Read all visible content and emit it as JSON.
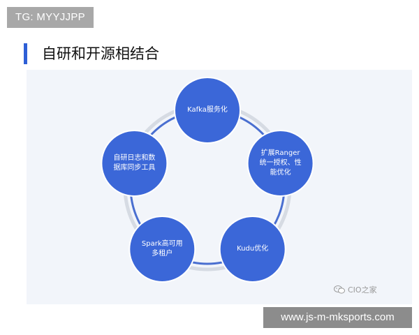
{
  "badge": {
    "text": "TG: MYYJJPP"
  },
  "page": {
    "title": "自研和开源相结合"
  },
  "diagram": {
    "nodes": [
      {
        "label": "Kafka服务化"
      },
      {
        "label": "扩展Ranger\n统一授权、性\n能优化"
      },
      {
        "label": "Kudu优化"
      },
      {
        "label": "Spark高可用\n多租户"
      },
      {
        "label": "自研日志和数\n据库同步工具"
      }
    ]
  },
  "colors": {
    "node_fill": "#3b67d8",
    "node_stroke": "#ffffff",
    "ring": "#4a6fd0",
    "panel_bg": "#f2f5fa",
    "title_accent": "#2e5fd6"
  },
  "watermark": {
    "text": "CIO之家",
    "icon": "wechat-icon"
  },
  "footer": {
    "url": "www.js-m-mksports.com"
  }
}
